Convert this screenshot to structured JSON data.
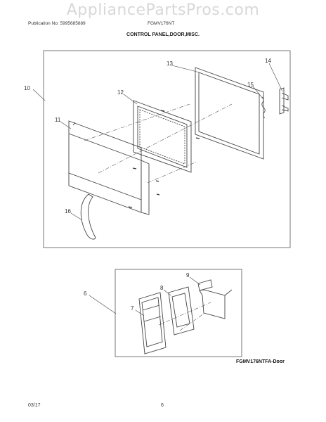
{
  "watermark": "AppliancePartsPros.com",
  "header": {
    "publication": "Publication No: 5995685889",
    "model": "FGMV176NT"
  },
  "section_title": "CONTROL PANEL,DOOR,MISC.",
  "diagram_name": "FGMV176NTFA-Door",
  "footer": {
    "date": "03/17",
    "page": "6"
  },
  "callouts": {
    "c10": "10",
    "c11": "11",
    "c12": "12",
    "c13": "13",
    "c14": "14",
    "c15": "15",
    "c16": "16",
    "c6": "6",
    "c7": "7",
    "c8": "8",
    "c9": "9"
  }
}
